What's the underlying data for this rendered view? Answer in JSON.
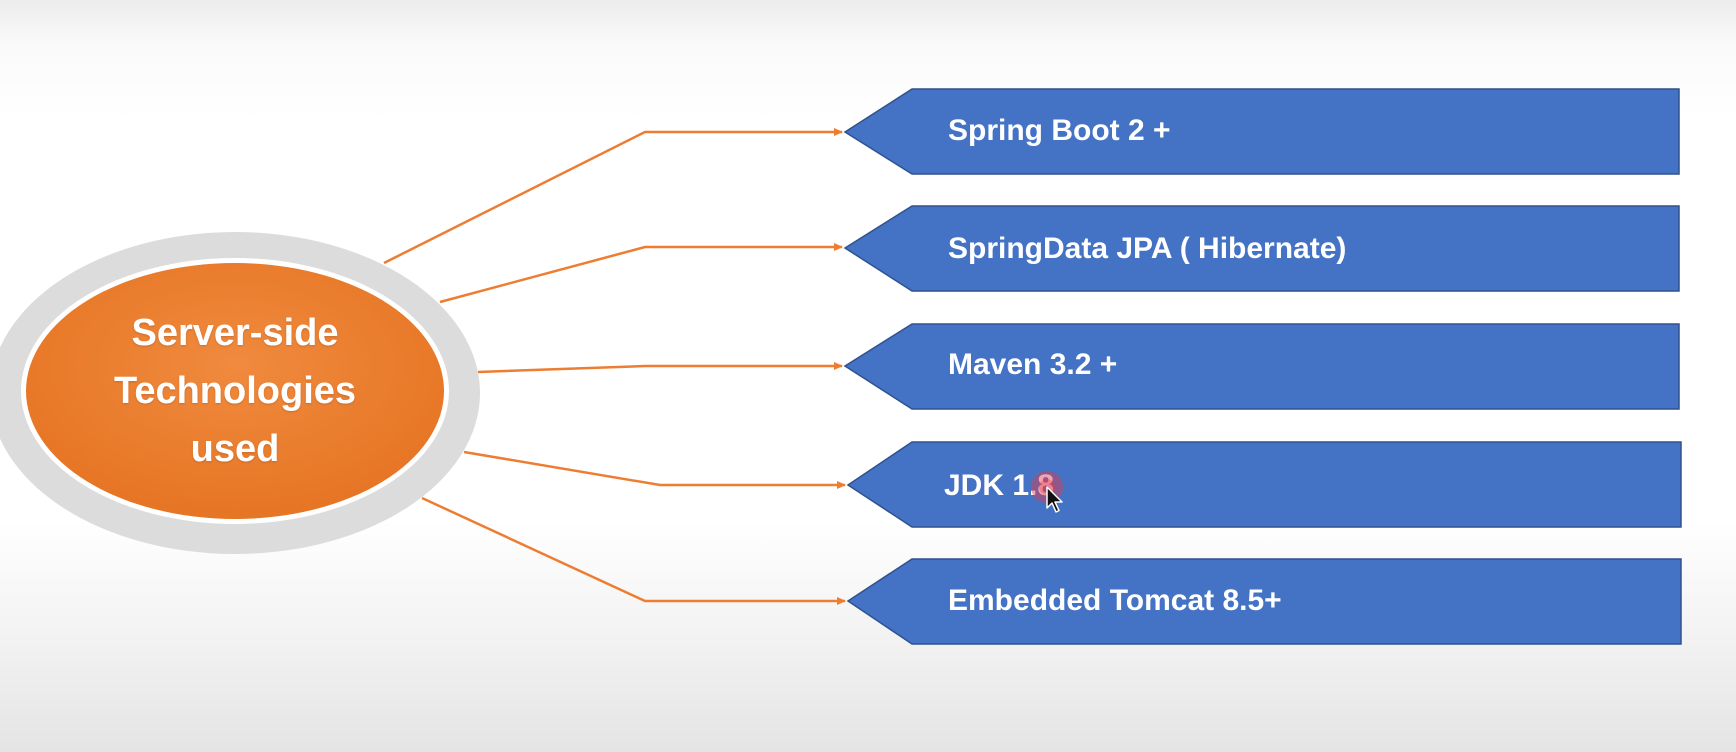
{
  "center": {
    "lines": [
      "Server-side",
      "Technologies",
      "used"
    ],
    "fill_color": "#ED7D31",
    "ring_color": "#DCDCDC"
  },
  "items": [
    {
      "label": "Spring Boot 2 +"
    },
    {
      "label": "SpringData JPA ( Hibernate)"
    },
    {
      "label": "Maven 3.2 +"
    },
    {
      "label": "JDK 1.8"
    },
    {
      "label": "Embedded Tomcat 8.5+"
    }
  ],
  "colors": {
    "item_fill": "#4472C4",
    "item_border": "#2F528F",
    "connector": "#ED7D31",
    "cursor_highlight": "#E8394A"
  },
  "icons": {
    "cursor": "mouse-pointer-icon"
  }
}
